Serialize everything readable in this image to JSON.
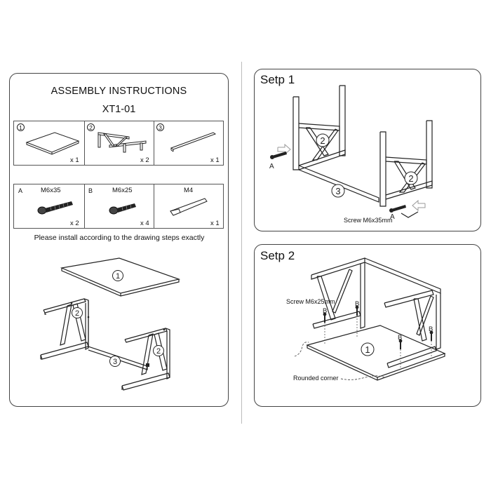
{
  "manual": {
    "title": "ASSEMBLY INSTRUCTIONS",
    "model": "XT1-01",
    "note": "Please install according to the drawing steps exactly"
  },
  "parts": [
    {
      "number": "1",
      "quantity": "x 1"
    },
    {
      "number": "2",
      "quantity": "x 2"
    },
    {
      "number": "3",
      "quantity": "x 1"
    }
  ],
  "hardware": [
    {
      "letter": "A",
      "name": "M6x35",
      "quantity": "x 2"
    },
    {
      "letter": "B",
      "name": "M6x25",
      "quantity": "x 4"
    },
    {
      "letter": "",
      "name": "M4",
      "quantity": "x 1"
    }
  ],
  "overview": {
    "labels": [
      "1",
      "2",
      "2",
      "3"
    ]
  },
  "step1": {
    "title": "Setp 1",
    "callout_screw": "Screw M6x35mm",
    "letter_a": "A",
    "labels": [
      "2",
      "2",
      "3"
    ]
  },
  "step2": {
    "title": "Setp 2",
    "callout_screw": "Screw M6x25mm",
    "callout_corner": "Rounded corner",
    "letter_b": "B",
    "labels": [
      "1"
    ]
  }
}
